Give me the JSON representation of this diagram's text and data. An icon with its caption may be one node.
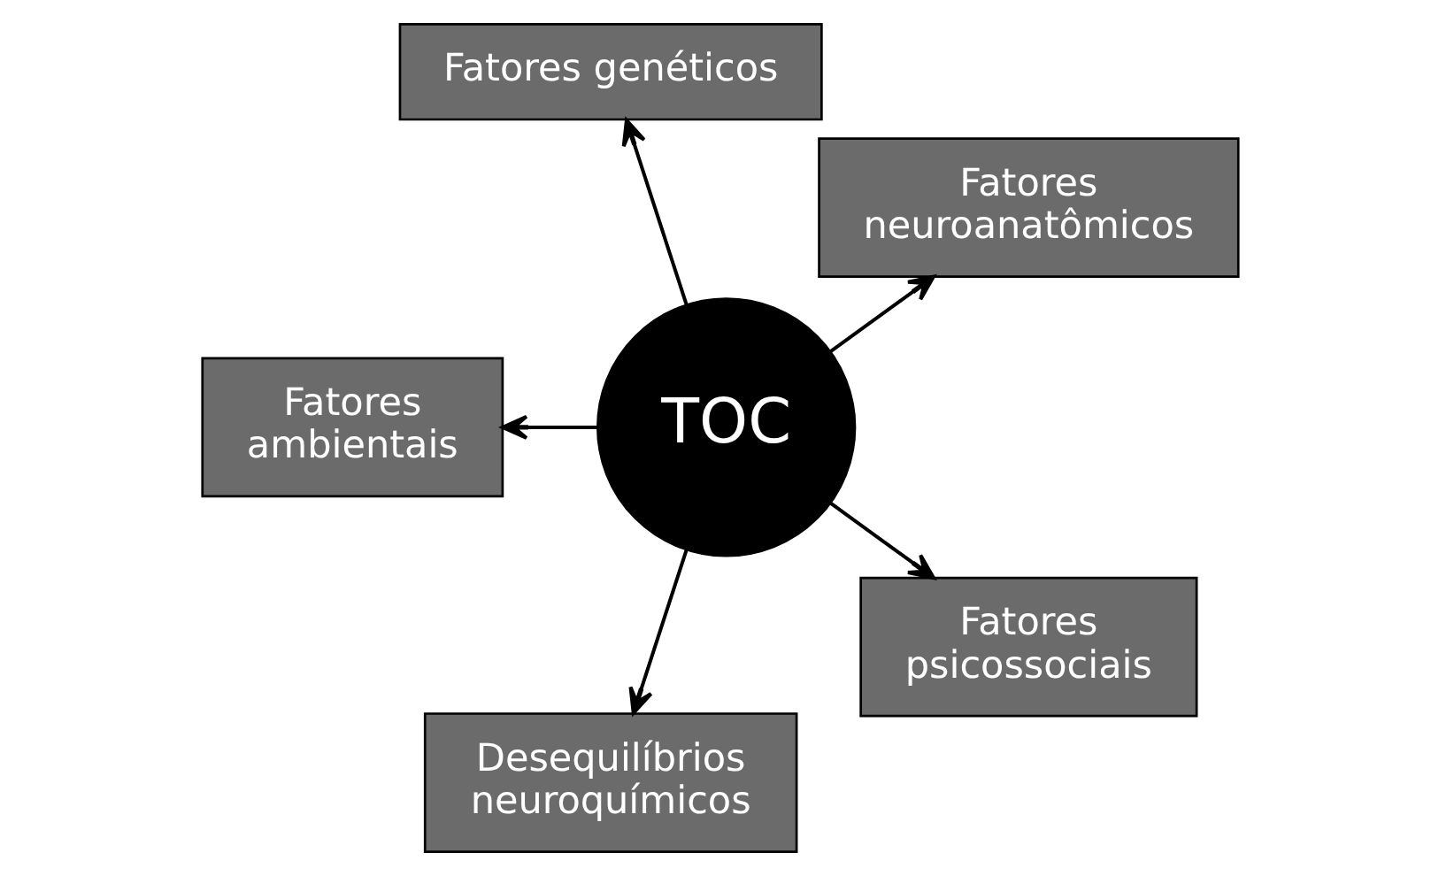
{
  "diagram": {
    "nodes": [
      {
        "text": [
          "Fatores neuroanatômicos"
        ]
      },
      {
        "text": [
          "Fatores genéticos"
        ]
      },
      {
        "text": [
          "TOC"
        ]
      },
      {
        "text": [
          "Fatores ambientais"
        ]
      },
      {
        "text": [
          "Desequilíbrios neuroquímicos"
        ]
      },
      {
        "text": [
          "Fatores psicossociais"
        ]
      }
    ],
    "edges": [
      {
        "from": 2,
        "to": 0,
        "arrow": "to"
      },
      {
        "from": 2,
        "to": 1,
        "arrow": "to"
      },
      {
        "from": 2,
        "to": 3,
        "arrow": "to"
      },
      {
        "from": 2,
        "to": 4,
        "arrow": "to"
      },
      {
        "from": 2,
        "to": 5,
        "arrow": "to"
      }
    ]
  }
}
